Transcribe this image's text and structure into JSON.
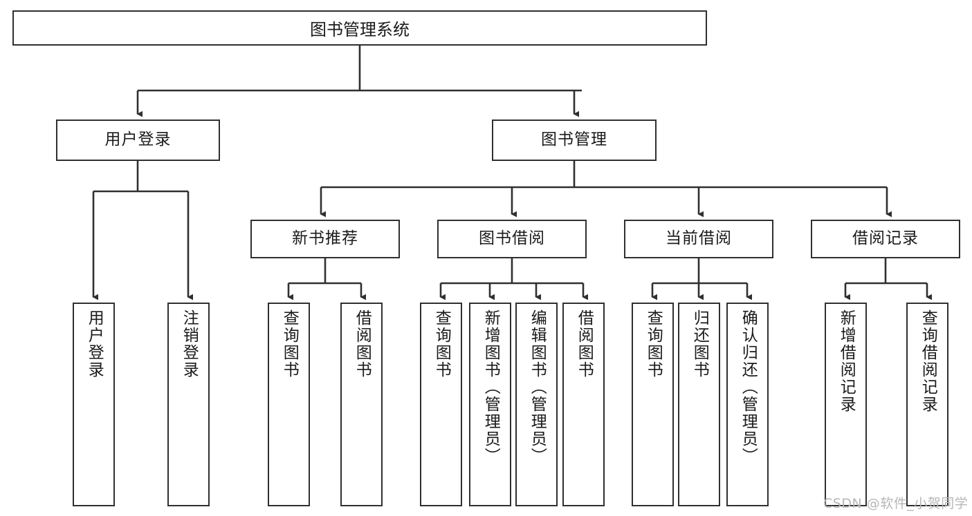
{
  "diagram": {
    "title_node": {
      "label": "图书管理系统"
    },
    "level2": [
      {
        "label": "用户登录"
      },
      {
        "label": "图书管理"
      }
    ],
    "level3": [
      {
        "label": "新书推荐"
      },
      {
        "label": "图书借阅"
      },
      {
        "label": "当前借阅"
      },
      {
        "label": "借阅记录"
      }
    ],
    "leaves": {
      "user_login": [
        {
          "label": "用户登录"
        },
        {
          "label": "注销登录"
        }
      ],
      "new_book_recommend": [
        {
          "label": "查询图书"
        },
        {
          "label": "借阅图书"
        }
      ],
      "book_borrow": [
        {
          "label": "查询图书"
        },
        {
          "label": "新增图书（管理员）"
        },
        {
          "label": "编辑图书（管理员）"
        },
        {
          "label": "借阅图书"
        }
      ],
      "current_borrow": [
        {
          "label": "查询图书"
        },
        {
          "label": "归还图书"
        },
        {
          "label": "确认归还（管理员）"
        }
      ],
      "borrow_record": [
        {
          "label": "新增借阅记录"
        },
        {
          "label": "查询借阅记录"
        }
      ]
    }
  },
  "watermark": {
    "text": "CSDN @软件_小贺同学"
  },
  "colors": {
    "stroke": "#2f2f2f",
    "node_fill": "#ffffff",
    "text": "#1a1a1a",
    "watermark": "#b6b6b6",
    "background": "#ffffff"
  }
}
